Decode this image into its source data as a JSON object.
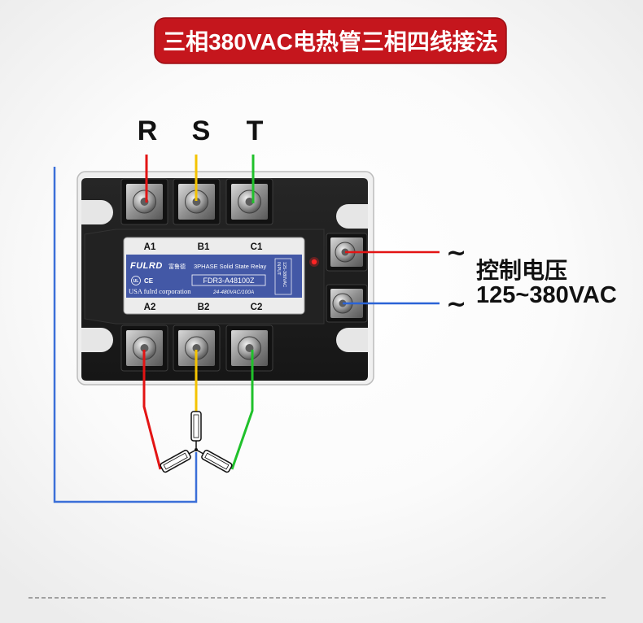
{
  "banner": {
    "title": "三相380VAC电热管三相四线接法",
    "color": "#c5161d"
  },
  "phases": [
    {
      "label": "R",
      "color": "#e31414"
    },
    {
      "label": "S",
      "color": "#f4c300"
    },
    {
      "label": "T",
      "color": "#20c12b"
    }
  ],
  "neutral": {
    "color": "#3b6fd8"
  },
  "relay": {
    "terminals_top": [
      "A1",
      "B1",
      "C1"
    ],
    "terminals_bottom": [
      "A2",
      "B2",
      "C2"
    ],
    "brand": "FULRD",
    "brand_cn": "富鲁德",
    "product_line": "3PHASE Solid State Relay",
    "model": "FDR3-A48100Z",
    "maker": "USA fulrd corporation",
    "rating": "24-480VAC/100A",
    "input_label": "INPUT",
    "input_range": "125-380VAC",
    "cert_marks": [
      "UL",
      "CE"
    ],
    "nameplate_color": "#4358a6",
    "led_color": "#ff2424"
  },
  "control": {
    "symbol_a": "~",
    "symbol_b": "~",
    "label": "控制电压",
    "range": "125~380VAC",
    "wire_a_color": "#e31414",
    "wire_b_color": "#2a63d6"
  }
}
